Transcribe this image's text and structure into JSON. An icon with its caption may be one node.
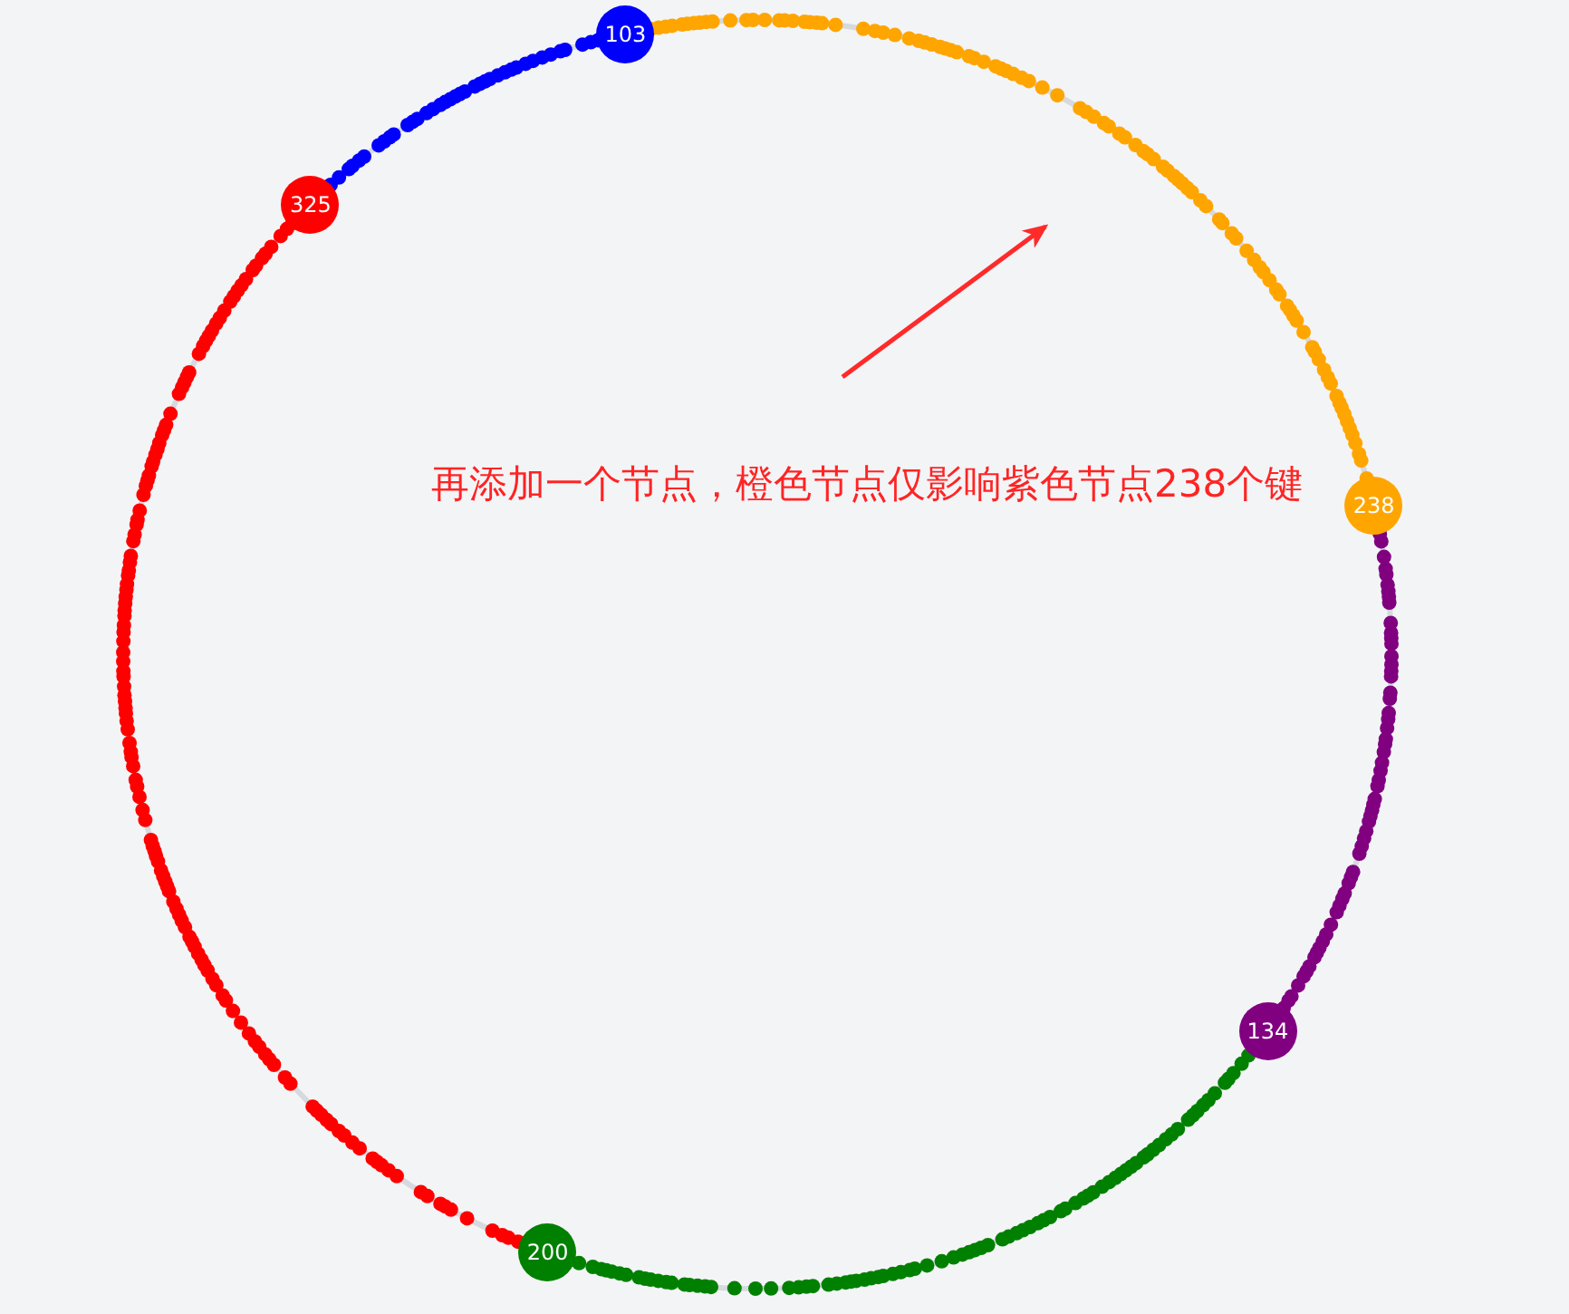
{
  "diagram": {
    "nodes": [
      {
        "text": [
          "103"
        ]
      },
      {
        "text": [
          "325"
        ]
      },
      {
        "text": [
          "238"
        ]
      },
      {
        "text": [
          "134"
        ]
      },
      {
        "text": [
          "200"
        ]
      }
    ],
    "labels": [
      "再添加一个节点，橙色节点仅影响紫色节点238个键"
    ]
  }
}
